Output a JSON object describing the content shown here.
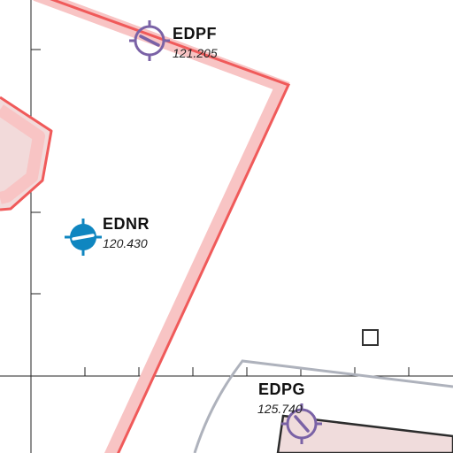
{
  "map": {
    "colors": {
      "ctr_stroke": "#f05a5a",
      "ctr_halo": "#f8c4c4",
      "ctr_fill": "#f2dada",
      "tmz_stroke": "#aeb2bc",
      "restricted_fill": "#f0dcdc",
      "restricted_stroke": "#2c2c2c",
      "airport_civil": "#0f86c0",
      "airport_private": "#7a62a6",
      "grid": "#222222"
    },
    "airports": [
      {
        "id": "EDPF",
        "frequency": "121.205",
        "icon": "airfield-runway-icon",
        "color": "#7a62a6"
      },
      {
        "id": "EDNR",
        "frequency": "120.430",
        "icon": "airport-runway-icon",
        "color": "#0f86c0"
      },
      {
        "id": "EDPG",
        "frequency": "125.740",
        "icon": "airfield-runway-icon",
        "color": "#7a62a6"
      }
    ],
    "markers": [
      {
        "icon": "square-marker-icon"
      }
    ]
  }
}
